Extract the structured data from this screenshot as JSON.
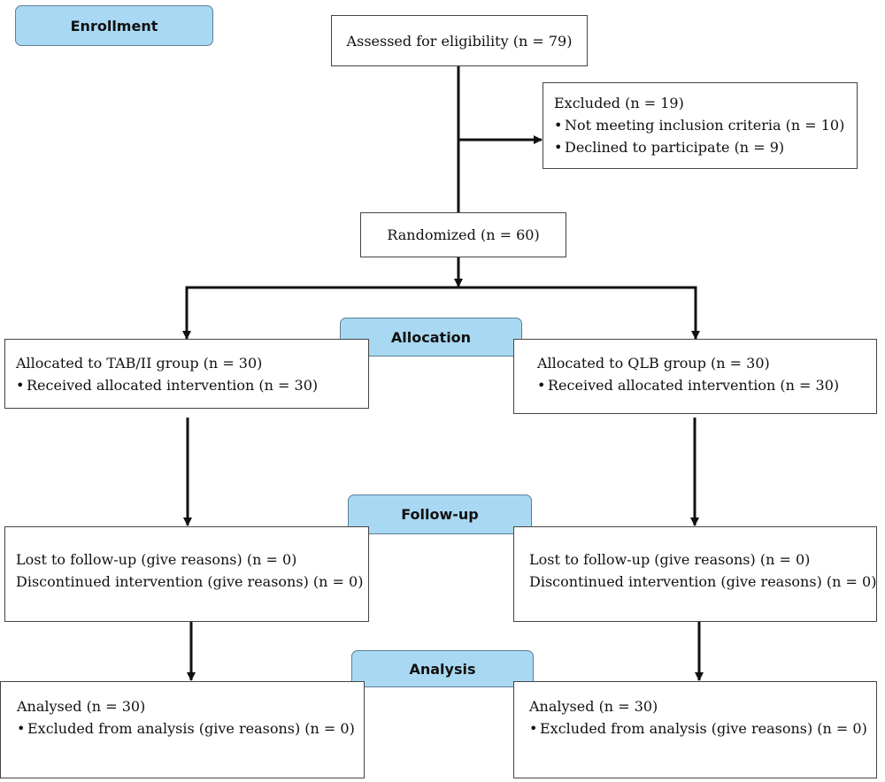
{
  "phases": {
    "enrollment": "Enrollment",
    "allocation": "Allocation",
    "followup": "Follow-up",
    "analysis": "Analysis"
  },
  "assessed": "Assessed for eligibility (n = 79)",
  "excluded": {
    "title": "Excluded (n = 19)",
    "items": [
      "Not meeting inclusion criteria (n = 10)",
      "Declined to participate (n = 9)"
    ]
  },
  "randomized": "Randomized (n = 60)",
  "left": {
    "allocation": {
      "title": "Allocated to TAB/II group (n = 30)",
      "item": "Received allocated intervention (n = 30)"
    },
    "followup": {
      "line1": "Lost to follow-up (give reasons) (n = 0)",
      "line2": "Discontinued intervention (give reasons) (n = 0)"
    },
    "analysis": {
      "title": "Analysed (n = 30)",
      "item": "Excluded from analysis (give reasons) (n = 0)"
    }
  },
  "right": {
    "allocation": {
      "title": "Allocated to QLB group (n = 30)",
      "item": "Received allocated intervention (n = 30)"
    },
    "followup": {
      "line1": "Lost to follow-up (give reasons) (n = 0)",
      "line2": "Discontinued intervention (give reasons) (n = 0)"
    },
    "analysis": {
      "title": "Analysed (n = 30)",
      "item": "Excluded from analysis (give reasons) (n = 0)"
    }
  },
  "bullet_glyph": "•"
}
